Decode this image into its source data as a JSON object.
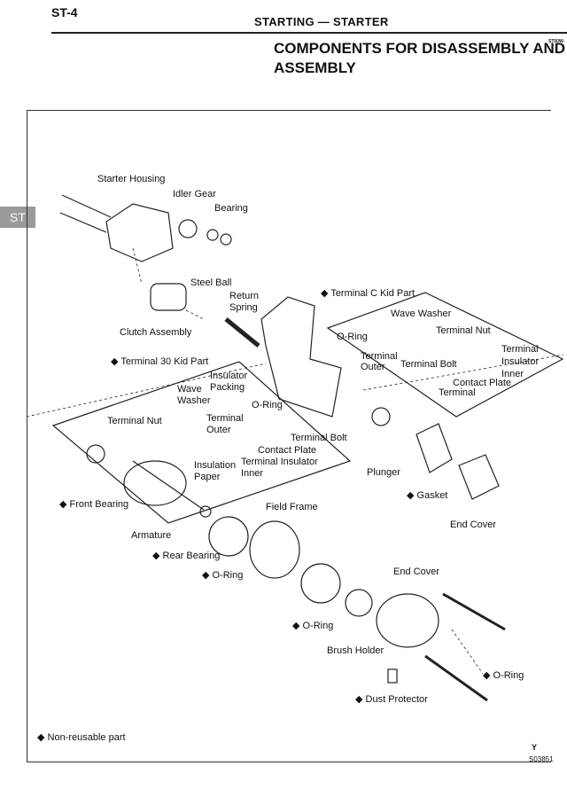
{
  "header": {
    "page": "ST-4",
    "section": "STARTING — STARTER",
    "title_line1": "COMPONENTS FOR DISASSEMBLY AND",
    "title_line2": "ASSEMBLY",
    "corner_code": "ST00W-"
  },
  "side_tab": "ST",
  "labels": [
    {
      "text": "Starter Housing"
    },
    {
      "text": "Idler Gear"
    },
    {
      "text": "Bearing"
    },
    {
      "text": "Steel Ball"
    },
    {
      "text": "Return"
    },
    {
      "text": "Spring"
    },
    {
      "text": "◆ Terminal C Kid Part"
    },
    {
      "text": "Clutch Assembly"
    },
    {
      "text": "Wave Washer"
    },
    {
      "text": "O-Ring"
    },
    {
      "text": "Terminal Nut"
    },
    {
      "text": "Terminal"
    },
    {
      "text": "Outer"
    },
    {
      "text": "Terminal"
    },
    {
      "text": "Insulator"
    },
    {
      "text": "Inner"
    },
    {
      "text": "Terminal Bolt"
    },
    {
      "text": "Contact Plate"
    },
    {
      "text": "Terminal"
    },
    {
      "text": "◆ Terminal 30 Kid Part"
    },
    {
      "text": "Insulator"
    },
    {
      "text": "Packing"
    },
    {
      "text": "Wave"
    },
    {
      "text": "Washer"
    },
    {
      "text": "O-Ring"
    },
    {
      "text": "Terminal Nut"
    },
    {
      "text": "Terminal"
    },
    {
      "text": "Outer"
    },
    {
      "text": "Terminal Bolt"
    },
    {
      "text": "Contact Plate"
    },
    {
      "text": "Insulation"
    },
    {
      "text": "Paper"
    },
    {
      "text": "Terminal Insulator"
    },
    {
      "text": "Inner"
    },
    {
      "text": "Plunger"
    },
    {
      "text": "◆ Gasket"
    },
    {
      "text": "◆ Front Bearing"
    },
    {
      "text": "Field Frame"
    },
    {
      "text": "End Cover"
    },
    {
      "text": "Armature"
    },
    {
      "text": "◆ Rear Bearing"
    },
    {
      "text": "◆ O-Ring"
    },
    {
      "text": "End Cover"
    },
    {
      "text": "◆ O-Ring"
    },
    {
      "text": "Brush Holder"
    },
    {
      "text": "◆ O-Ring"
    },
    {
      "text": "◆ Dust Protector"
    }
  ],
  "legend": "◆ Non-reusable part",
  "footer": {
    "mark": "Y",
    "figure_code": "S03851"
  }
}
